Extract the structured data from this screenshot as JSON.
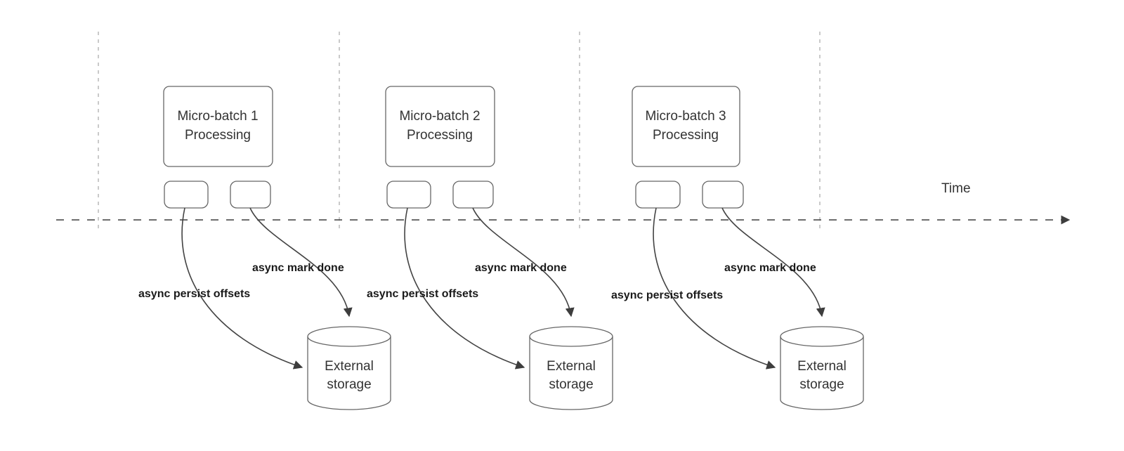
{
  "diagram": {
    "time_label": "Time",
    "batches": [
      {
        "title_line1": "Micro-batch 1",
        "title_line2": "Processing",
        "persist_arrow_label": "async persist offsets",
        "done_arrow_label": "async mark done",
        "storage_line1": "External",
        "storage_line2": "storage"
      },
      {
        "title_line1": "Micro-batch 2",
        "title_line2": "Processing",
        "persist_arrow_label": "async persist offsets",
        "done_arrow_label": "async mark done",
        "storage_line1": "External",
        "storage_line2": "storage"
      },
      {
        "title_line1": "Micro-batch 3",
        "title_line2": "Processing",
        "persist_arrow_label": "async persist offsets",
        "done_arrow_label": "async mark done",
        "storage_line1": "External",
        "storage_line2": "storage"
      }
    ]
  }
}
